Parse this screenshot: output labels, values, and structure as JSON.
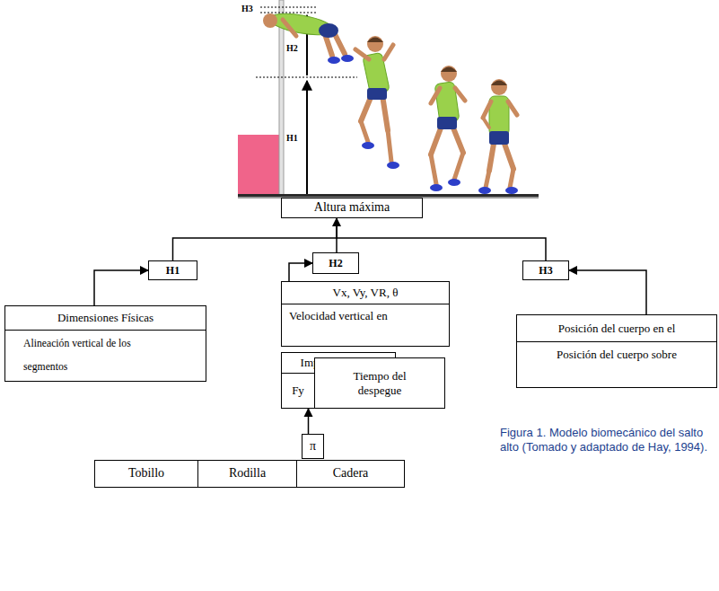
{
  "diagram": {
    "caption": "Figura 1. Modelo biomecánico del salto alto (Tomado y adaptado de Hay, 1994).",
    "nodes": [
      {
        "text": [
          "Altura máxima"
        ]
      },
      {
        "text": [
          "H1"
        ]
      },
      {
        "text": [
          "H2"
        ]
      },
      {
        "text": [
          "H3"
        ]
      },
      {
        "text": [
          "Dimensiones Físicas"
        ]
      },
      {
        "text": [
          "Alineación vertical de los segmentos"
        ]
      },
      {
        "text": [
          "Vx, Vy, VR, θ"
        ]
      },
      {
        "text": [
          "Velocidad vertical en"
        ]
      },
      {
        "text": [
          "Impulso vertical"
        ]
      },
      {
        "text": [
          "Fy"
        ]
      },
      {
        "text": [
          "Tiempo del despegue"
        ]
      },
      {
        "text": [
          "Posición del cuerpo en el"
        ]
      },
      {
        "text": [
          "Posición del cuerpo sobre"
        ]
      },
      {
        "text": [
          "π"
        ]
      },
      {
        "text": [
          "Tobillo"
        ]
      },
      {
        "text": [
          "Rodilla"
        ]
      },
      {
        "text": [
          "Cadera"
        ]
      }
    ],
    "edges": [
      {
        "from": 1,
        "to": 0,
        "arrow": "none"
      },
      {
        "from": 2,
        "to": 0,
        "arrow": "to"
      },
      {
        "from": 3,
        "to": 0,
        "arrow": "none"
      },
      {
        "from": 4,
        "to": 1,
        "arrow": "to"
      },
      {
        "from": 6,
        "to": 2,
        "arrow": "to"
      },
      {
        "from": 11,
        "to": 3,
        "arrow": "to"
      },
      {
        "from": 13,
        "to": 9,
        "arrow": "to"
      }
    ],
    "labels": [
      "H3",
      "H2",
      "H1"
    ]
  }
}
